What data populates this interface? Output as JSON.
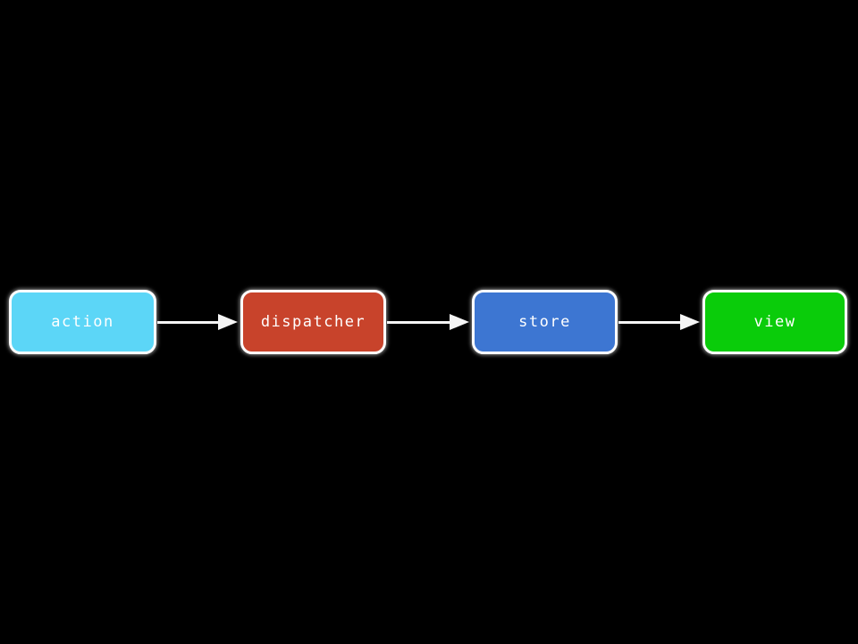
{
  "diagram": {
    "background_color": "#000000",
    "border_color": "#ffffff",
    "text_color": "#ffffff",
    "arrow_color": "#f5f5f5",
    "nodes": [
      {
        "id": "action",
        "label": "action",
        "color": "#5cd6f7"
      },
      {
        "id": "dispatcher",
        "label": "dispatcher",
        "color": "#c8432b"
      },
      {
        "id": "store",
        "label": "store",
        "color": "#3d76d2"
      },
      {
        "id": "view",
        "label": "view",
        "color": "#0acc0a"
      }
    ],
    "edges": [
      {
        "from": "action",
        "to": "dispatcher"
      },
      {
        "from": "dispatcher",
        "to": "store"
      },
      {
        "from": "store",
        "to": "view"
      }
    ]
  }
}
